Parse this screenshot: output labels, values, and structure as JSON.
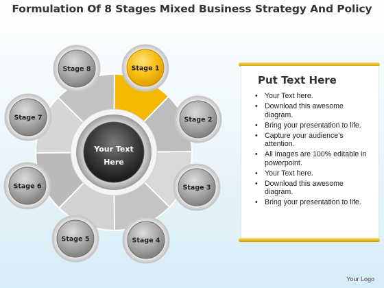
{
  "title": "Formulation Of 8 Stages Mixed Business Strategy And Policy",
  "diagram": {
    "center_lines": [
      "Your Text",
      "Here"
    ],
    "highlight_color": "#f5b800",
    "stages": [
      {
        "label": "Stage 1",
        "highlighted": true
      },
      {
        "label": "Stage 2",
        "highlighted": false
      },
      {
        "label": "Stage 4",
        "highlighted": false
      },
      {
        "label": "Stage 3",
        "highlighted": false
      },
      {
        "label": "Stage 5",
        "highlighted": false
      },
      {
        "label": "Stage 6",
        "highlighted": false
      },
      {
        "label": "Stage 7",
        "highlighted": false
      },
      {
        "label": "Stage 8",
        "highlighted": false
      }
    ]
  },
  "panel": {
    "title": "Put Text Here",
    "bullets": [
      "Your Text here.",
      "Download this awesome diagram.",
      "Bring your presentation to life.",
      "Capture your audience’s attention.",
      "All images are 100% editable in powerpoint.",
      "Your Text here.",
      "Download this awesome diagram.",
      "Bring your presentation to life."
    ]
  },
  "footer": {
    "logo_text": "Your Logo"
  }
}
